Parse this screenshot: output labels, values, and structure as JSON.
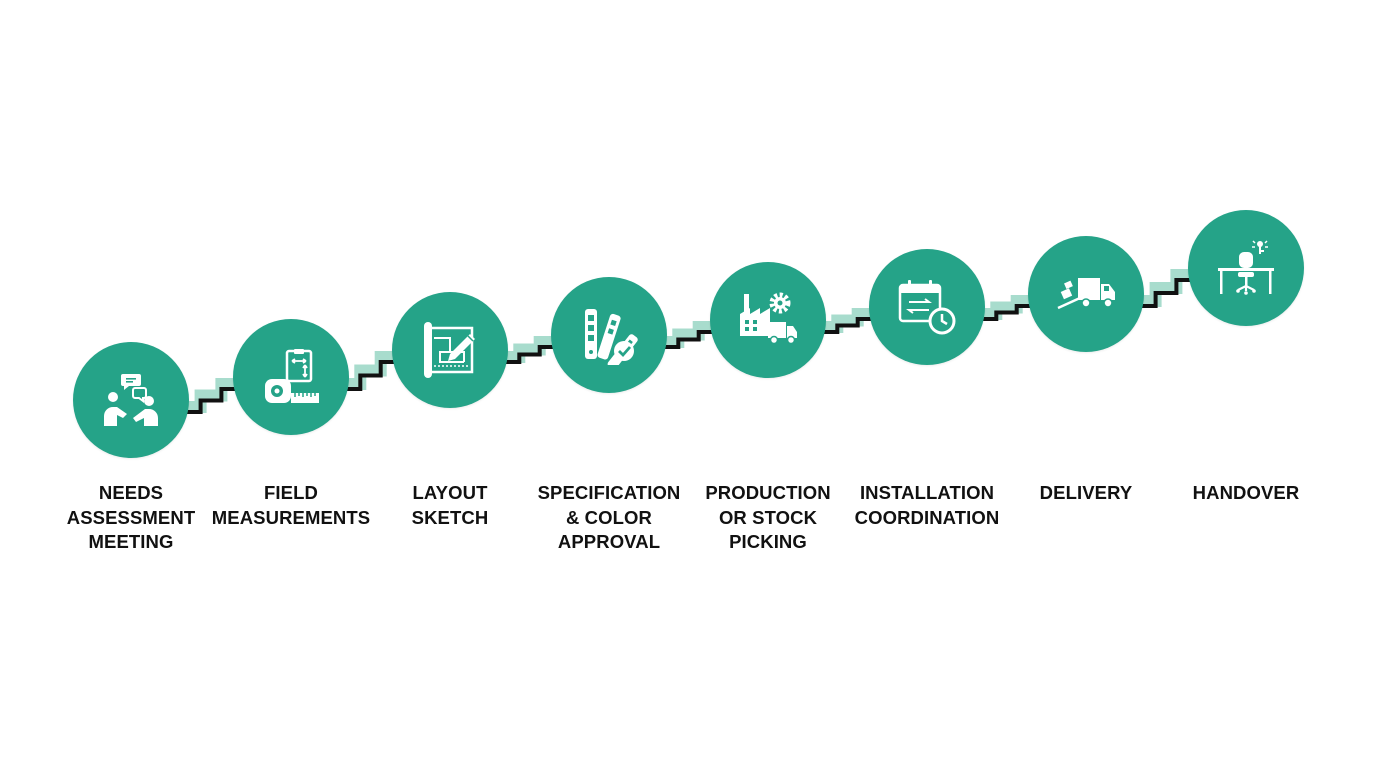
{
  "theme": {
    "node_color": "#25a388",
    "halo_color": "#a8dccd",
    "line_color": "#111111",
    "icon_color": "#ffffff",
    "text_color": "#111111"
  },
  "steps": [
    {
      "icon": "handshake-chat-icon",
      "label_lines": [
        "NEEDS",
        "ASSESSMENT",
        "MEETING"
      ]
    },
    {
      "icon": "tape-measure-clipboard-icon",
      "label_lines": [
        "FIELD",
        "MEASUREMENTS"
      ]
    },
    {
      "icon": "blueprint-pencil-icon",
      "label_lines": [
        "LAYOUT",
        "SKETCH"
      ]
    },
    {
      "icon": "color-swatch-check-icon",
      "label_lines": [
        "SPECIFICATION",
        "& COLOR",
        "APPROVAL"
      ]
    },
    {
      "icon": "factory-gear-truck-icon",
      "label_lines": [
        "PRODUCTION",
        "OR STOCK",
        "PICKING"
      ]
    },
    {
      "icon": "calendar-clock-icon",
      "label_lines": [
        "INSTALLATION",
        "COORDINATION"
      ]
    },
    {
      "icon": "delivery-truck-icon",
      "label_lines": [
        "DELIVERY"
      ]
    },
    {
      "icon": "desk-chair-key-icon",
      "label_lines": [
        "HANDOVER"
      ]
    }
  ]
}
